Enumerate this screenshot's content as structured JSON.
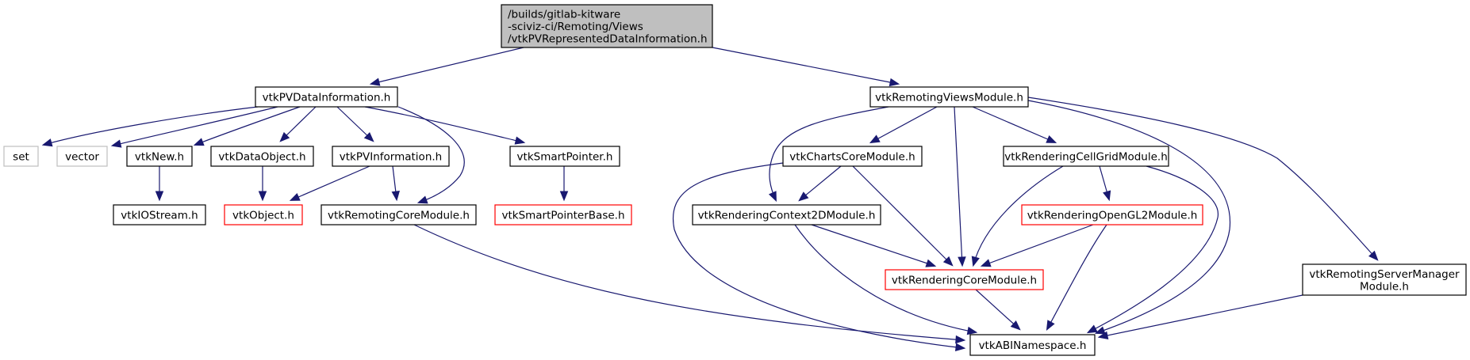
{
  "diagram": {
    "type": "include-dependency-graph",
    "colors": {
      "edge": "#191970",
      "root_fill": "#bfbfbf",
      "normal_border": "#000000",
      "external_border": "#bfbfbf",
      "truncated_border": "#ff0000"
    },
    "nodes": {
      "root": {
        "lines": [
          "/builds/gitlab-kitware",
          "-sciviz-ci/Remoting/Views",
          "/vtkPVRepresentedDataInformation.h"
        ],
        "kind": "root"
      },
      "pvdatainfo": {
        "lines": [
          "vtkPVDataInformation.h"
        ],
        "kind": "normal"
      },
      "remotingviews": {
        "lines": [
          "vtkRemotingViewsModule.h"
        ],
        "kind": "normal"
      },
      "set": {
        "lines": [
          "set"
        ],
        "kind": "external"
      },
      "vector": {
        "lines": [
          "vector"
        ],
        "kind": "external"
      },
      "vtknew": {
        "lines": [
          "vtkNew.h"
        ],
        "kind": "normal"
      },
      "dataobject": {
        "lines": [
          "vtkDataObject.h"
        ],
        "kind": "normal"
      },
      "pvinformation": {
        "lines": [
          "vtkPVInformation.h"
        ],
        "kind": "normal"
      },
      "smartpointer": {
        "lines": [
          "vtkSmartPointer.h"
        ],
        "kind": "normal"
      },
      "iostream": {
        "lines": [
          "vtkIOStream.h"
        ],
        "kind": "normal"
      },
      "object": {
        "lines": [
          "vtkObject.h"
        ],
        "kind": "truncated"
      },
      "remotingcore": {
        "lines": [
          "vtkRemotingCoreModule.h"
        ],
        "kind": "normal"
      },
      "smartpointerbase": {
        "lines": [
          "vtkSmartPointerBase.h"
        ],
        "kind": "truncated"
      },
      "chartscore": {
        "lines": [
          "vtkChartsCoreModule.h"
        ],
        "kind": "normal"
      },
      "cellgrid": {
        "lines": [
          "vtkRenderingCellGridModule.h"
        ],
        "kind": "normal"
      },
      "context2d": {
        "lines": [
          "vtkRenderingContext2DModule.h"
        ],
        "kind": "normal"
      },
      "opengl2": {
        "lines": [
          "vtkRenderingOpenGL2Module.h"
        ],
        "kind": "truncated"
      },
      "renderingcore": {
        "lines": [
          "vtkRenderingCoreModule.h"
        ],
        "kind": "truncated"
      },
      "servermanager": {
        "lines": [
          "vtkRemotingServerManager",
          "Module.h"
        ],
        "kind": "normal"
      },
      "abinamespace": {
        "lines": [
          "vtkABINamespace.h"
        ],
        "kind": "normal"
      }
    },
    "edges": [
      [
        "root",
        "pvdatainfo"
      ],
      [
        "root",
        "remotingviews"
      ],
      [
        "pvdatainfo",
        "set"
      ],
      [
        "pvdatainfo",
        "vector"
      ],
      [
        "pvdatainfo",
        "vtknew"
      ],
      [
        "pvdatainfo",
        "dataobject"
      ],
      [
        "pvdatainfo",
        "pvinformation"
      ],
      [
        "pvdatainfo",
        "remotingcore"
      ],
      [
        "pvdatainfo",
        "smartpointer"
      ],
      [
        "vtknew",
        "iostream"
      ],
      [
        "dataobject",
        "object"
      ],
      [
        "pvinformation",
        "object"
      ],
      [
        "pvinformation",
        "remotingcore"
      ],
      [
        "smartpointer",
        "smartpointerbase"
      ],
      [
        "remotingcore",
        "abinamespace"
      ],
      [
        "remotingviews",
        "chartscore"
      ],
      [
        "remotingviews",
        "context2d"
      ],
      [
        "remotingviews",
        "renderingcore"
      ],
      [
        "remotingviews",
        "cellgrid"
      ],
      [
        "remotingviews",
        "abinamespace"
      ],
      [
        "remotingviews",
        "servermanager"
      ],
      [
        "chartscore",
        "context2d"
      ],
      [
        "chartscore",
        "renderingcore"
      ],
      [
        "chartscore",
        "abinamespace"
      ],
      [
        "cellgrid",
        "opengl2"
      ],
      [
        "cellgrid",
        "renderingcore"
      ],
      [
        "cellgrid",
        "abinamespace"
      ],
      [
        "context2d",
        "renderingcore"
      ],
      [
        "context2d",
        "abinamespace"
      ],
      [
        "opengl2",
        "renderingcore"
      ],
      [
        "opengl2",
        "abinamespace"
      ],
      [
        "renderingcore",
        "abinamespace"
      ],
      [
        "servermanager",
        "abinamespace"
      ]
    ]
  }
}
